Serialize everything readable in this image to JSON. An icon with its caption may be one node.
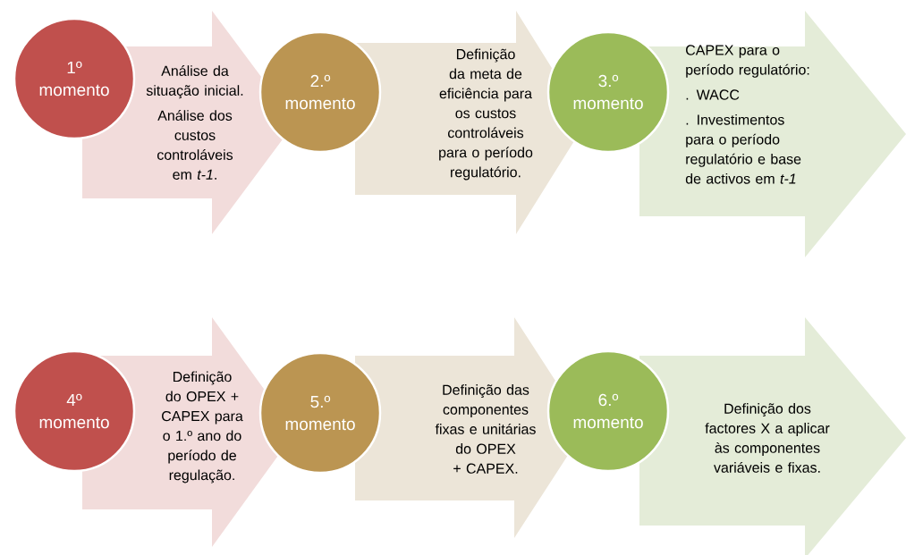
{
  "diagram": {
    "nodes": [
      {
        "text": [
          "1º momento"
        ]
      },
      {
        "text": [
          "Análise da situação inicial.",
          "Análise dos custos controláveis em *t-1*."
        ]
      },
      {
        "text": [
          "2.º momento"
        ]
      },
      {
        "text": [
          "Definição da meta de eficiência para os custos controláveis para o período regulatório."
        ]
      },
      {
        "text": [
          "3.º momento"
        ]
      },
      {
        "text": [
          "CAPEX para o período regulatório:",
          ". WACC",
          ". Investimentos para o período regulatório e base de activos em *t-1*"
        ]
      },
      {
        "text": [
          "4º momento"
        ]
      },
      {
        "text": [
          "Definição do OPEX + CAPEX para o 1.º ano do período de regulação."
        ]
      },
      {
        "text": [
          "5.º momento"
        ]
      },
      {
        "text": [
          "Definição das componentes fixas e unitárias do OPEX + CAPEX."
        ]
      },
      {
        "text": [
          "6.º momento"
        ]
      },
      {
        "text": [
          "Definição dos factores X a aplicar às componentes variáveis e fixas."
        ]
      }
    ]
  }
}
